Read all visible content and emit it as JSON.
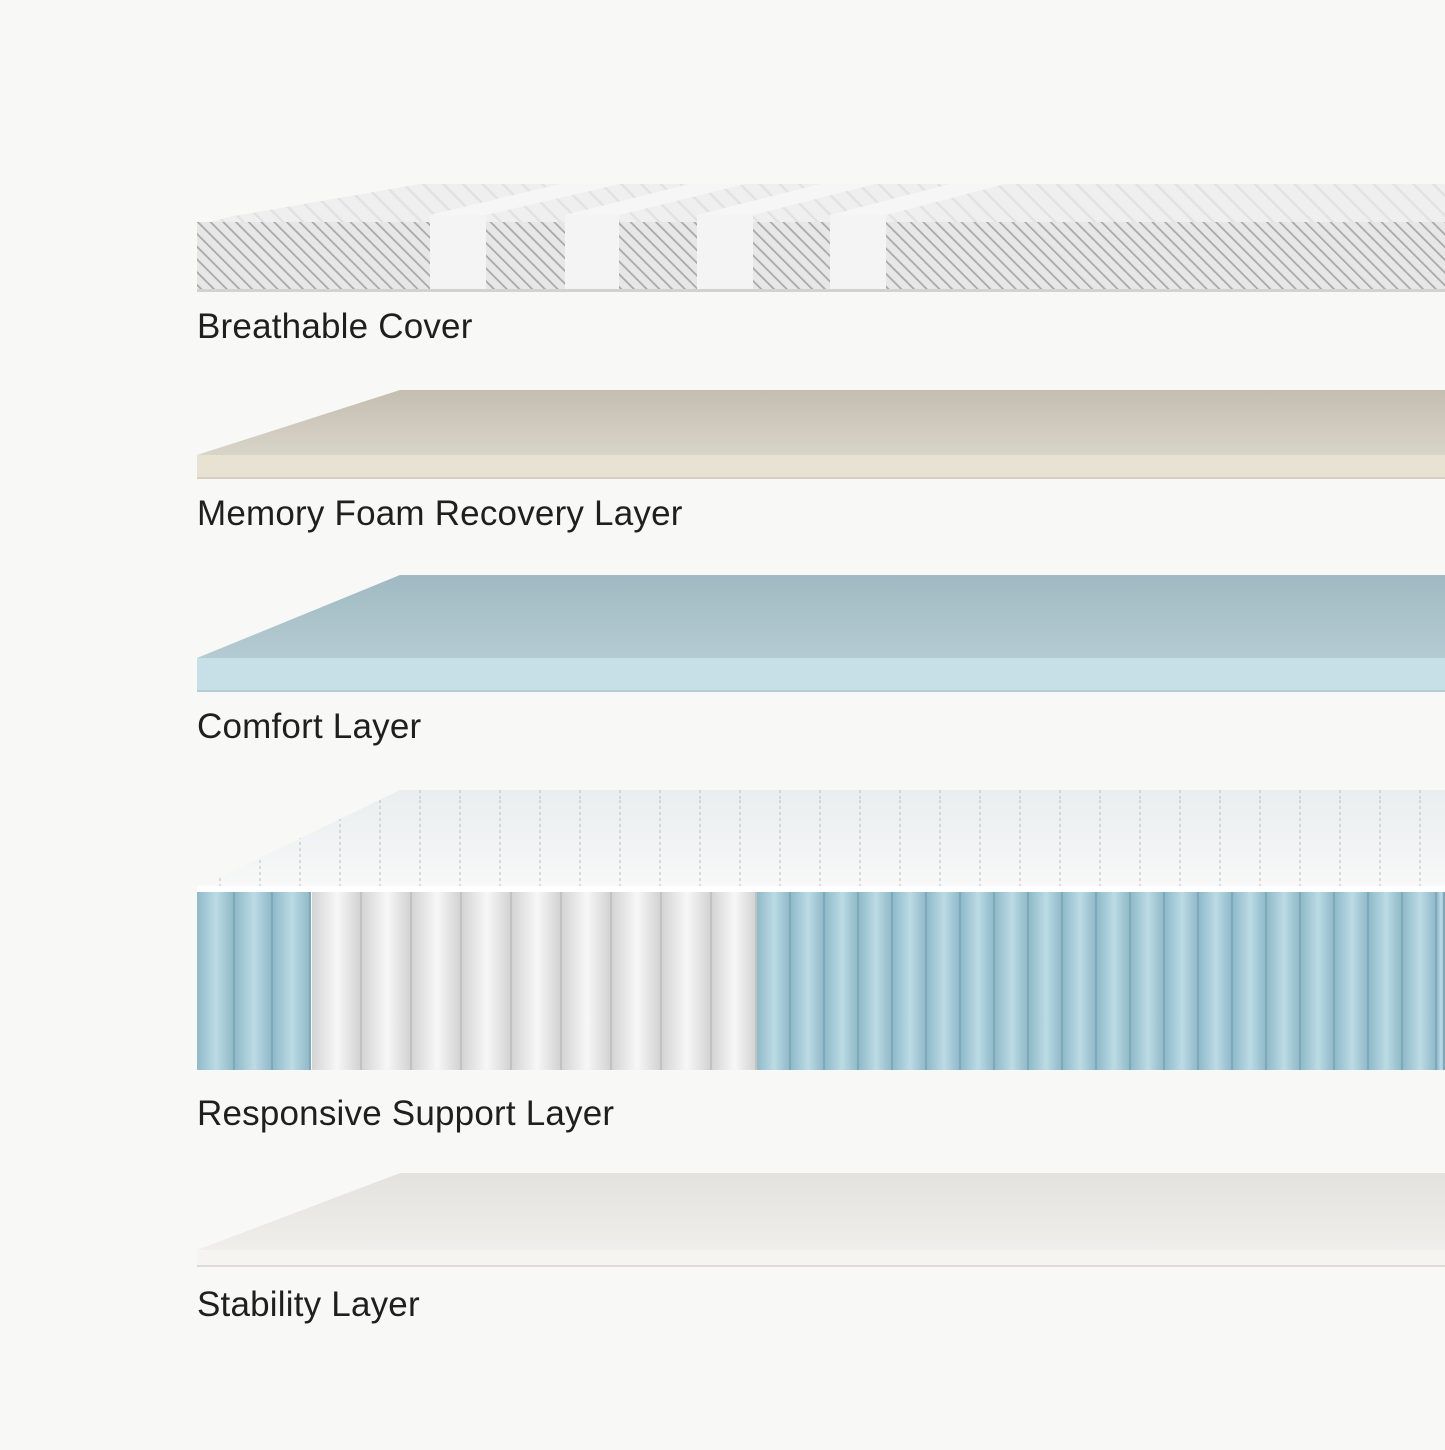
{
  "layers": [
    {
      "label": "Breathable Cover",
      "icon": "knit-cover-layer",
      "color": "#d9d9d9"
    },
    {
      "label": "Memory Foam Recovery Layer",
      "icon": "memory-foam-layer",
      "color": "#d2cbbc"
    },
    {
      "label": "Comfort Layer",
      "icon": "comfort-foam-layer",
      "color": "#a7bfc8"
    },
    {
      "label": "Responsive Support Layer",
      "icon": "pocket-coil-layer",
      "color": "#9ec7d4"
    },
    {
      "label": "Stability Layer",
      "icon": "stability-base-layer",
      "color": "#ecebe8"
    }
  ]
}
